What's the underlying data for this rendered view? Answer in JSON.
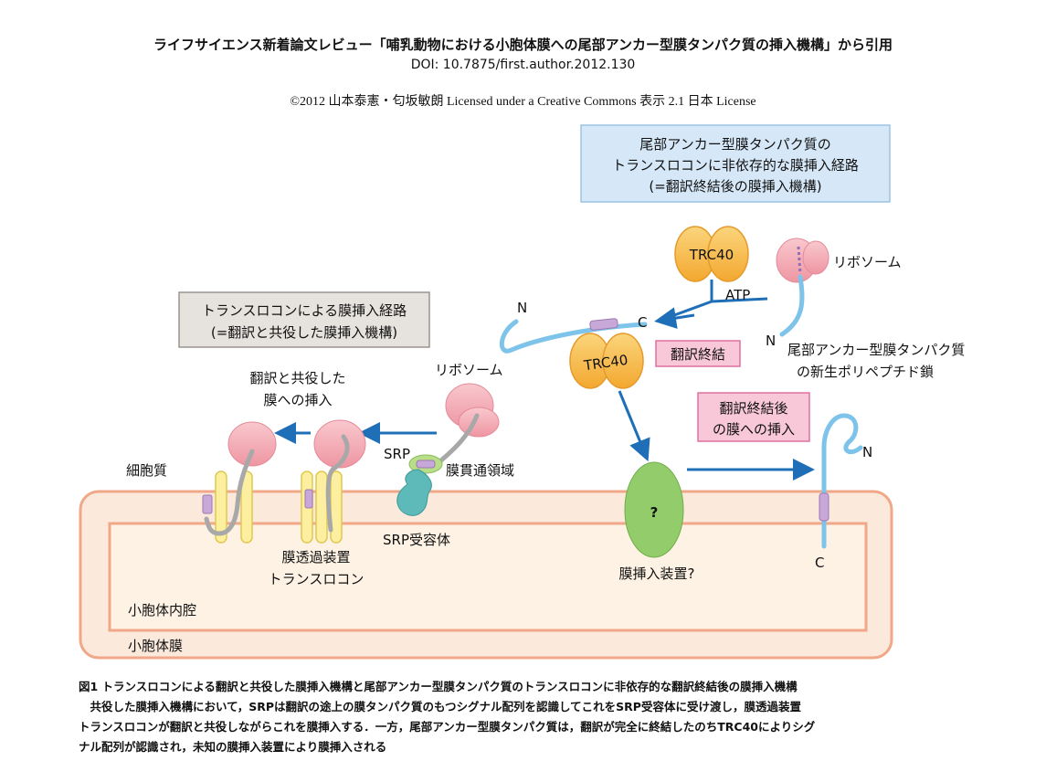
{
  "header": {
    "title": "ライフサイエンス新着論文レビュー「哺乳動物における小胞体膜への尾部アンカー型膜タンパク質の挿入機構」から引用",
    "doi": "DOI: 10.7875/first.author.2012.130",
    "license": "©2012 山本泰憲・匂坂敏朗 Licensed under a Creative Commons 表示 2.1 日本 License"
  },
  "boxes": {
    "posttranslational": [
      "尾部アンカー型膜タンパク質の",
      "トランスロコンに非依存的な膜挿入経路",
      "(=翻訳終結後の膜挿入機構)"
    ],
    "cotranslational": [
      "トランスロコンによる膜挿入経路",
      "(=翻訳と共役した膜挿入機構)"
    ],
    "translation_end": "翻訳終結",
    "post_insertion": [
      "翻訳終結後",
      "の膜への挿入"
    ]
  },
  "labels": {
    "trc40": "TRC40",
    "atp": "ATP",
    "ribosome": "リボソーム",
    "ta_chain": [
      "尾部アンカー型膜タンパク質",
      "の新生ポリペプチド鎖"
    ],
    "n": "N",
    "c": "C",
    "cotrans_insert": [
      "翻訳と共役した",
      "膜への挿入"
    ],
    "srp": "SRP",
    "tm_domain": "膜貫通領域",
    "cytoplasm": "細胞質",
    "srp_receptor": "SRP受容体",
    "translocon": [
      "膜透過装置",
      "トランスロコン"
    ],
    "question": "?",
    "insertase": "膜挿入装置?",
    "er_lumen": "小胞体内腔",
    "er_membrane": "小胞体膜"
  },
  "caption": [
    "図1 トランスロコンによる翻訳と共役した膜挿入機構と尾部アンカー型膜タンパク質のトランスロコンに非依存的な翻訳終結後の膜挿入機構",
    "　共役した膜挿入機構において，SRPは翻訳の途上の膜タンパク質のもつシグナル配列を認識してこれをSRP受容体に受け渡し，膜透過装置",
    "トランスロコンが翻訳と共役しながらこれを膜挿入する．一方，尾部アンカー型膜タンパク質は，翻訳が完全に終結したのちTRC40によりシグ",
    "ナル配列が認識され，未知の膜挿入装置により膜挿入される"
  ],
  "colors": {
    "membrane_fill": "#FBE9DC",
    "membrane_stroke": "#F0A888",
    "lumen_fill": "#FDF2E4",
    "ribosome": "#F4AEB6",
    "trc40": "#F7B84A",
    "translocon": "#FCEFA0",
    "insertase": "#93CD6B",
    "peptide": "#7EC3EA",
    "tm": "#C8A8D8",
    "srp": "#B8DE88",
    "srp_receptor": "#5EBAB8",
    "arrow": "#1E6FB8",
    "box_blue": "#D6E8F8",
    "box_gray": "#E6E2DE",
    "box_pink": "#F8C8D8"
  }
}
